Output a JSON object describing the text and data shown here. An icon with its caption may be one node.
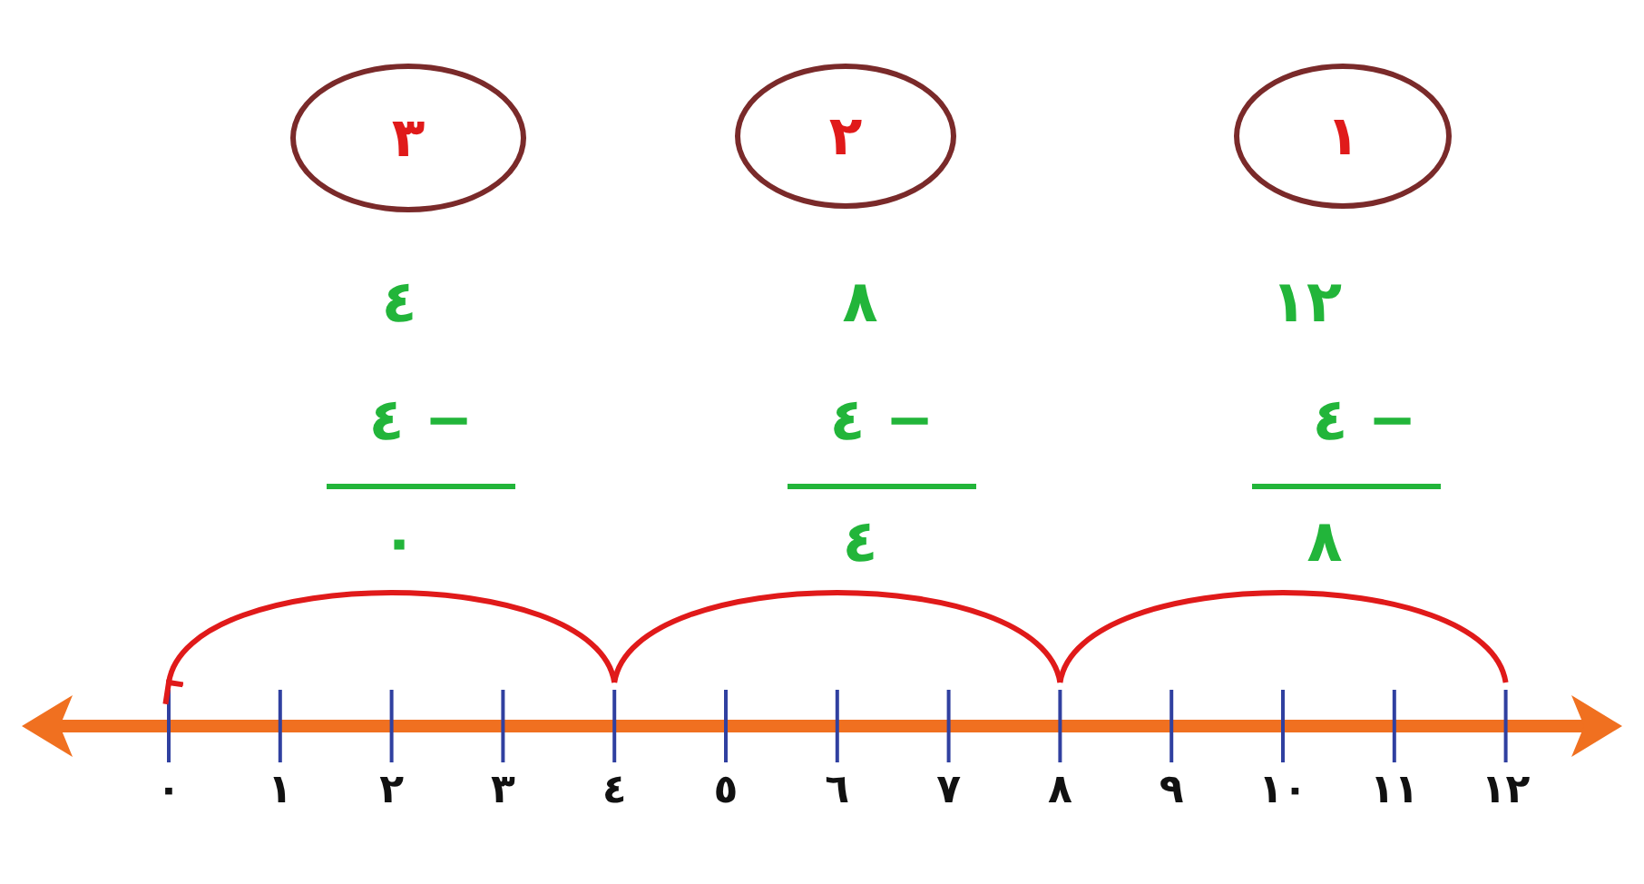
{
  "diagram": {
    "nodes": [
      {
        "text": [
          "١"
        ]
      },
      {
        "text": [
          "٢"
        ]
      },
      {
        "text": [
          "٣"
        ]
      }
    ],
    "labels": [
      "١٢",
      "− ٤",
      "٨",
      "٨",
      "− ٤",
      "٤",
      "٤",
      "− ٤",
      "٠",
      "٠",
      "١",
      "٢",
      "٣",
      "٤",
      "٥",
      "٦",
      "٧",
      "٨",
      "٩",
      "١٠",
      "١١",
      "١٢"
    ]
  }
}
